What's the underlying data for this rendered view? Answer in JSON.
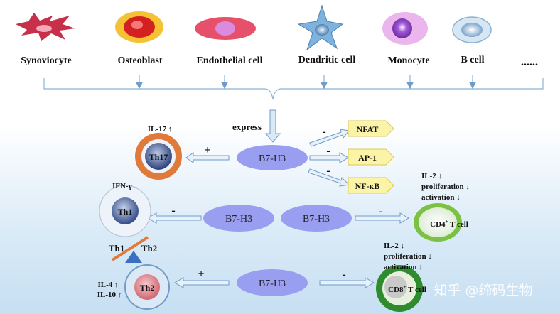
{
  "cells": {
    "synoviocyte": "Synoviocyte",
    "osteoblast": "Osteoblast",
    "endothelial": "Endothelial cell",
    "dendritic": "Dendritic cell",
    "monocyte": "Monocyte",
    "bcell": "B cell",
    "ellipsis": "......"
  },
  "express": "express",
  "b7h3": {
    "top": "B7-H3",
    "mid_left": "B7-H3",
    "mid_right": "B7-H3",
    "bottom": "B7-H3"
  },
  "signs": {
    "th17_plus": "+",
    "nfat_minus": "-",
    "ap1_minus": "-",
    "nfkb_minus": "-",
    "th1_minus": "-",
    "cd4_minus": "-",
    "th2_plus": "+",
    "cd8_minus": "-"
  },
  "pathways": {
    "nfat": "NFAT",
    "ap1": "AP-1",
    "nfkb": "NF-κB"
  },
  "th17": {
    "name": "Th17",
    "effect": "IL-17 ↑"
  },
  "th1": {
    "name": "Th1",
    "effect": "IFN-γ ↓"
  },
  "balance": {
    "left": "Th1",
    "right": "Th2"
  },
  "th2": {
    "name": "Th2",
    "effect1": "IL-4 ↑",
    "effect2": "IL-10 ↑"
  },
  "cd4": {
    "name": "CD4",
    "sup": "+",
    "suffix": " T cell",
    "effects": [
      "IL-2 ↓",
      "proliferation ↓",
      "activation ↓"
    ]
  },
  "cd8": {
    "name": "CD8",
    "sup": "+",
    "suffix": " T cell",
    "effects": [
      "IL-2 ↓",
      "proliferation ↓",
      "activation ↓"
    ]
  },
  "watermark": "知乎 @缔码生物"
}
